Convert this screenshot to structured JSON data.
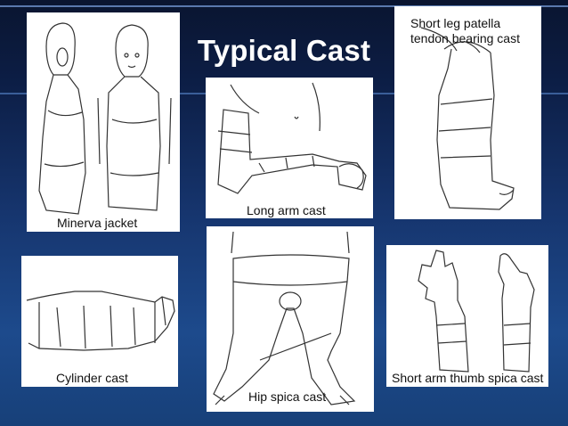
{
  "slide": {
    "title": "Typical Cast",
    "colors": {
      "background": "#0c1d44",
      "accent": "#1d4a8c",
      "text": "#ffffff"
    }
  },
  "figures": [
    {
      "id": "minerva",
      "caption": "Minerva jacket"
    },
    {
      "id": "long-arm",
      "caption": "Long arm cast"
    },
    {
      "id": "short-leg",
      "caption_lines": [
        "Short leg patella",
        "tendon bearing cast"
      ]
    },
    {
      "id": "cylinder",
      "caption": "Cylinder cast"
    },
    {
      "id": "hip-spica",
      "caption": "Hip spica cast"
    },
    {
      "id": "thumb-spica",
      "caption": "Short arm thumb spica cast"
    }
  ]
}
